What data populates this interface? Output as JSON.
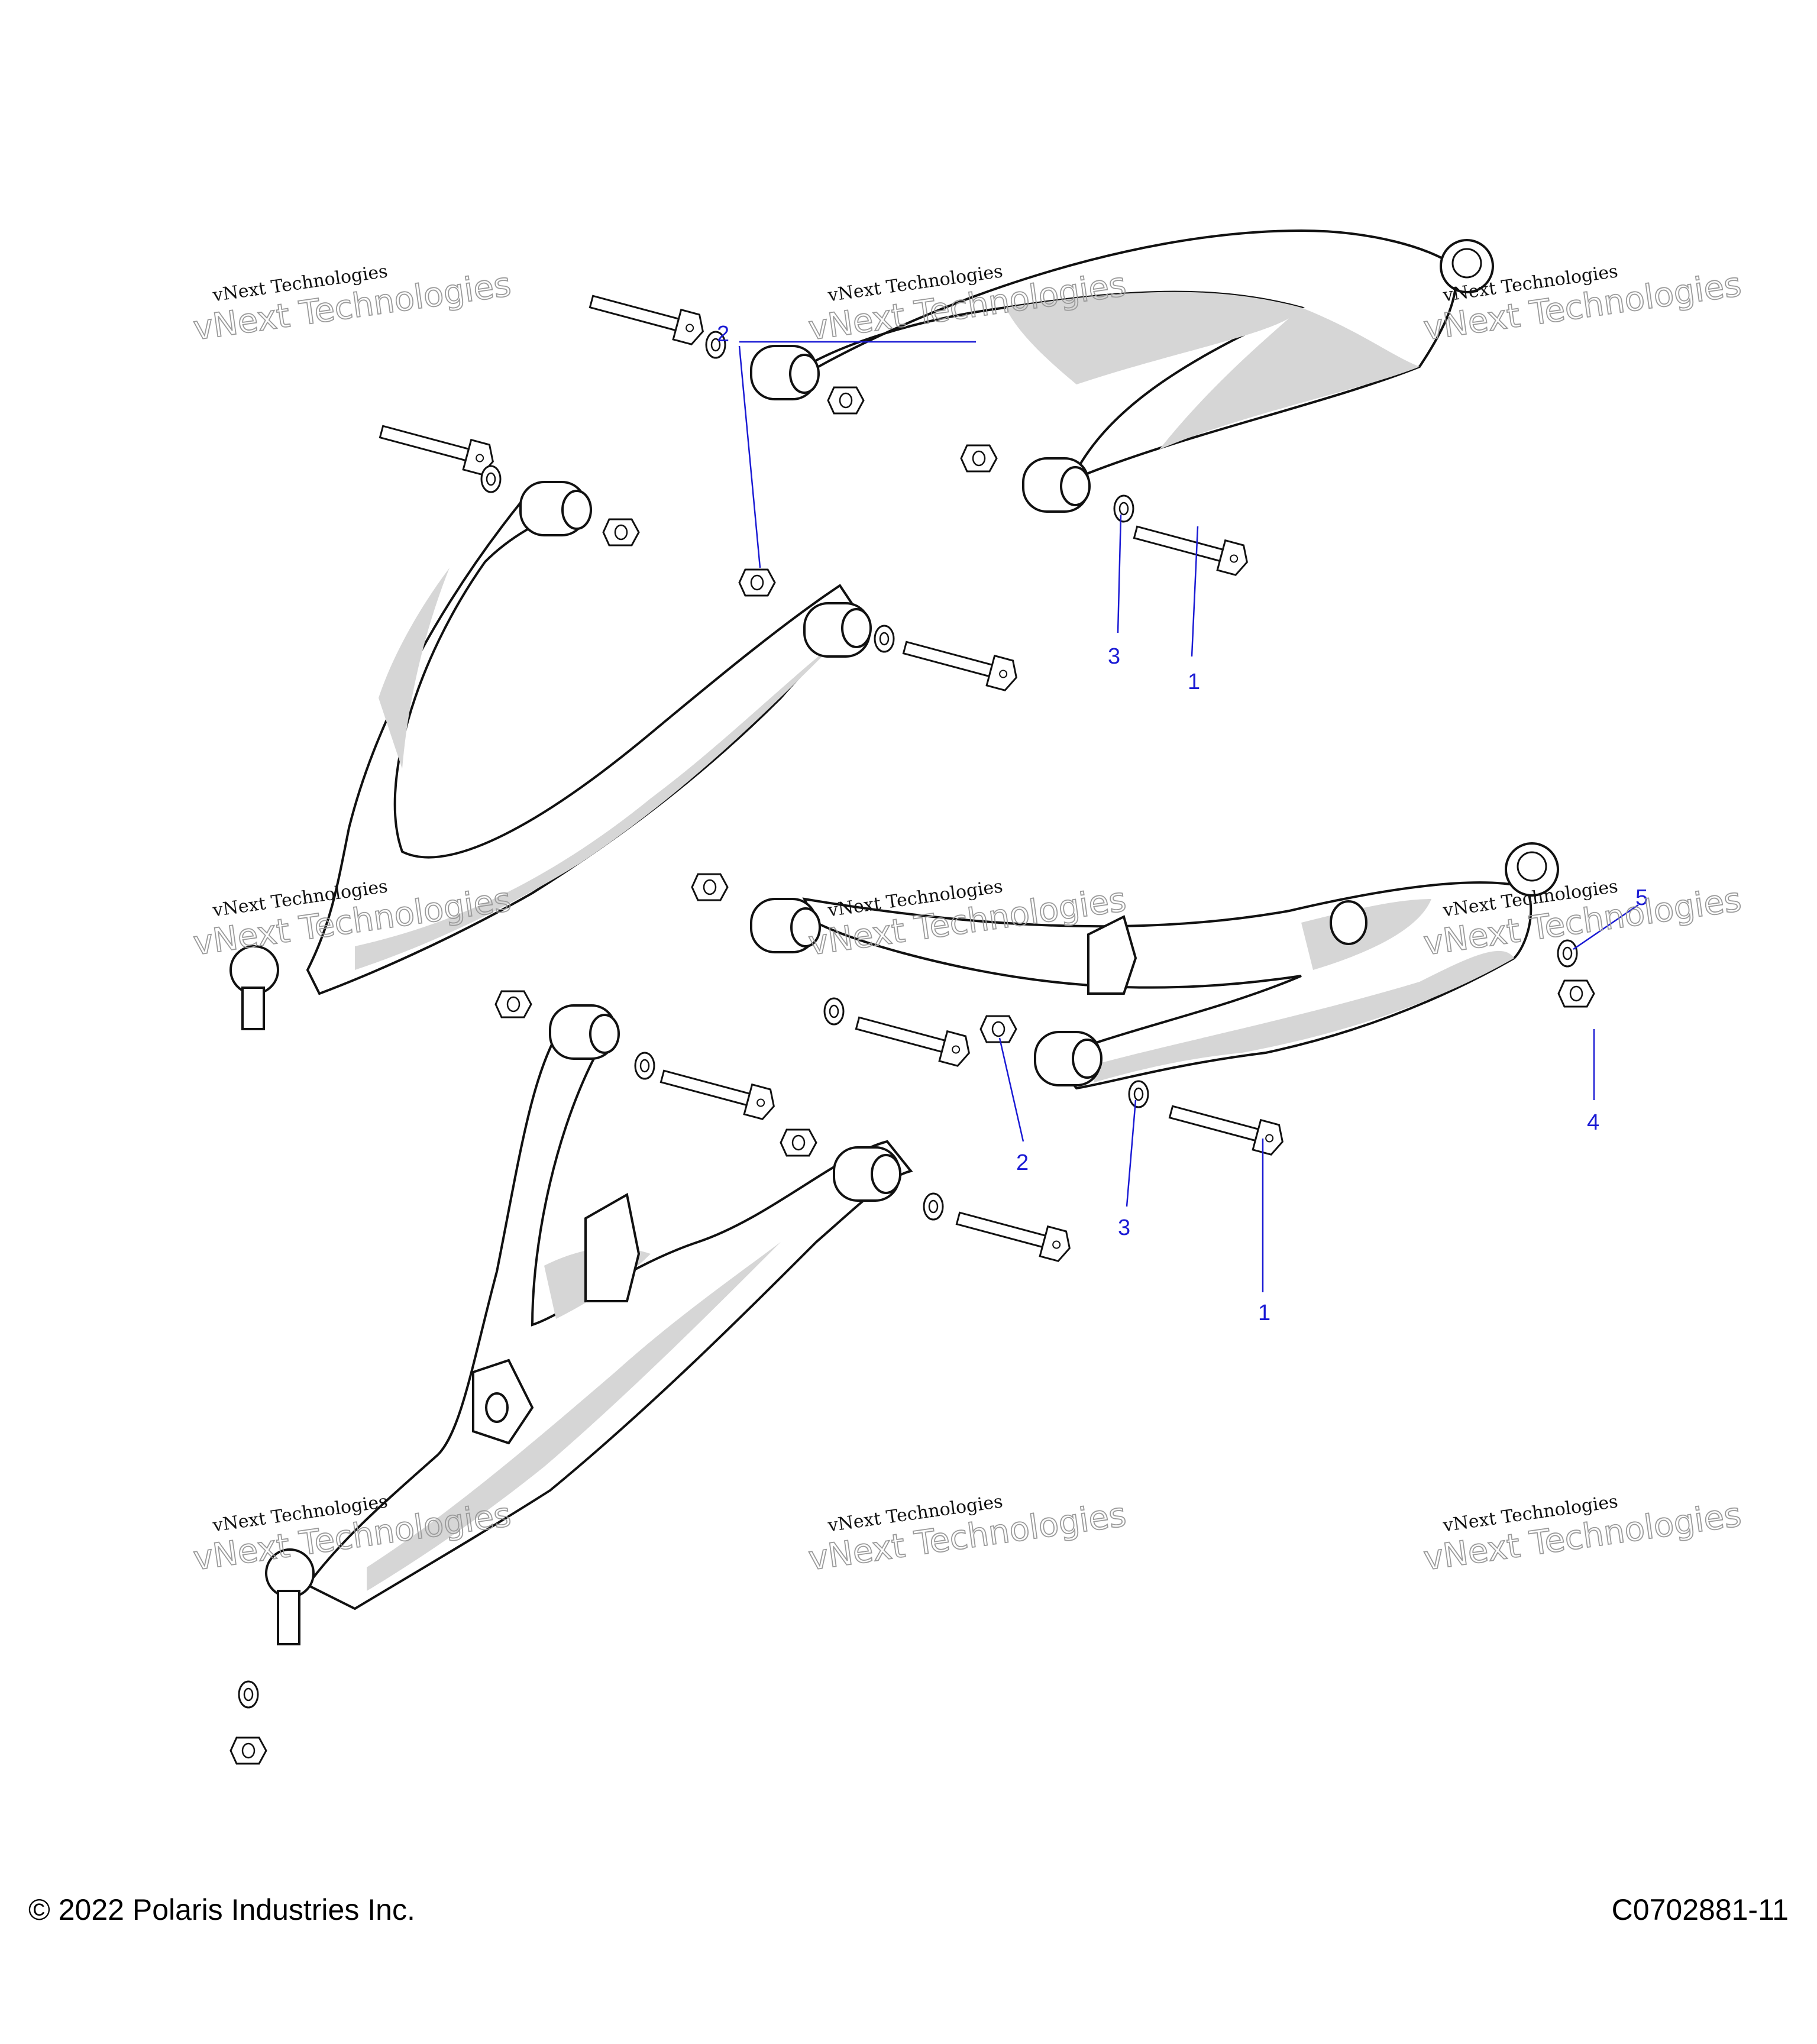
{
  "footer": {
    "copyright": "© 2022 Polaris Industries Inc.",
    "code": "C0702881-11"
  },
  "watermark": {
    "line1": "vNext Technologies",
    "line2": "vNext Technologies"
  },
  "callouts": [
    "1",
    "2",
    "3",
    "1",
    "2",
    "3",
    "4",
    "5"
  ],
  "colors": {
    "line": "#111111",
    "shade": "#d6d6d6",
    "callout": "#1a1ad4"
  }
}
